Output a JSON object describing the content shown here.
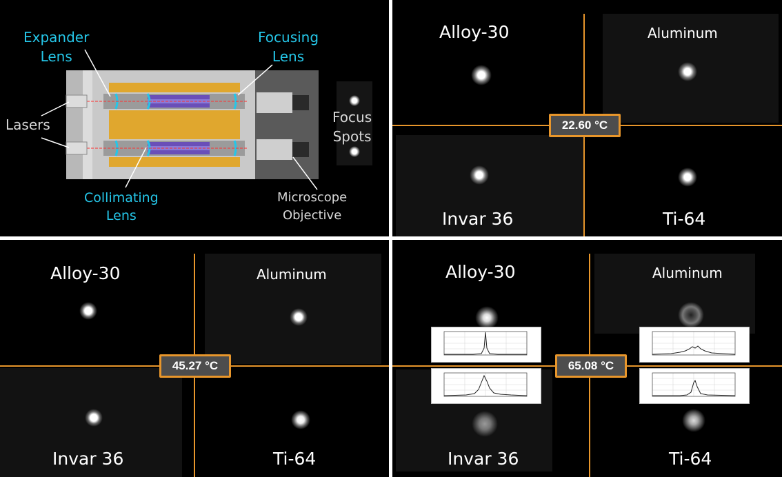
{
  "setup": {
    "expander_lens": [
      "Expander",
      "Lens"
    ],
    "focusing_lens": [
      "Focusing",
      "Lens"
    ],
    "lasers": "Lasers",
    "collimating_lens": [
      "Collimating",
      "Lens"
    ],
    "microscope_objective": [
      "Microscope",
      "Objective"
    ],
    "focus_spots": [
      "Focus",
      "Spots"
    ]
  },
  "materials": {
    "top_left": "Alloy-30",
    "top_right": "Aluminum",
    "bottom_left": "Invar 36",
    "bottom_right": "Ti-64"
  },
  "panels": [
    {
      "temperature": "22.60 °C"
    },
    {
      "temperature": "45.27 °C"
    },
    {
      "temperature": "65.08 °C"
    }
  ],
  "colors": {
    "accent_orange": "#e8962b",
    "label_cyan": "#25c6e8",
    "badge_gray": "#4d4d4d"
  }
}
